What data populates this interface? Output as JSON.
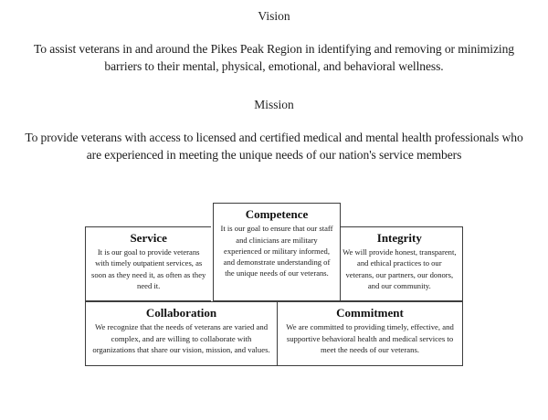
{
  "page": {
    "background_color": "#ffffff",
    "text_color": "#1a1a1a"
  },
  "vision": {
    "heading": "Vision",
    "body": "To assist veterans in and around the Pikes Peak Region in identifying and removing or minimizing barriers to their mental, physical, emotional, and behavioral wellness."
  },
  "mission": {
    "heading": "Mission",
    "body": "To provide veterans with access to licensed and certified medical and mental health professionals who are experienced in meeting the unique needs of our nation's service members"
  },
  "core_values": {
    "border_color": "#3d3d3d",
    "top_row": [
      {
        "title": "Service",
        "text": "It is our goal to provide veterans with timely outpatient services, as soon as they need it, as often as they need it."
      },
      {
        "title": "Competence",
        "text": "It is our goal to ensure that our staff and clinicians are military experienced or military informed, and demonstrate understanding of the unique needs of our veterans."
      },
      {
        "title": "Integrity",
        "text": "We will provide honest, transparent, and ethical practices to our veterans, our partners, our donors, and our community."
      }
    ],
    "bottom_row": [
      {
        "title": "Collaboration",
        "text": "We recognize that the needs of veterans are varied and complex, and are willing to collaborate with organizations that share our vision, mission, and values."
      },
      {
        "title": "Commitment",
        "text": "We are committed to providing timely, effective, and supportive behavioral health and medical services to meet the needs of our veterans."
      }
    ]
  }
}
